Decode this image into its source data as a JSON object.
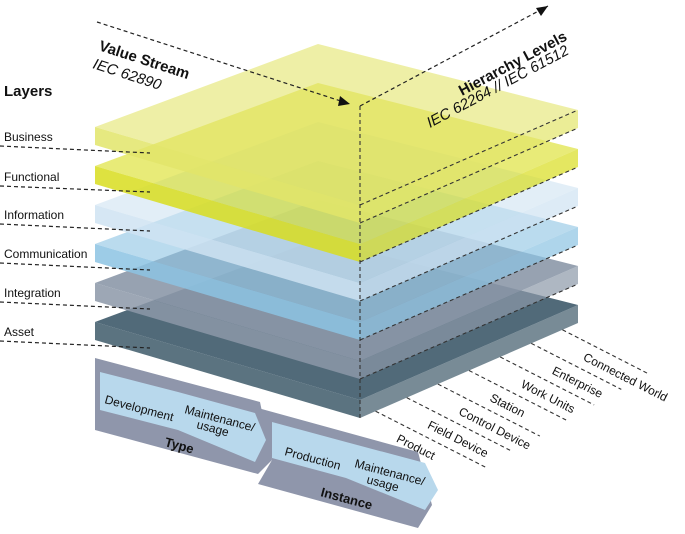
{
  "titles": {
    "layers": "Layers",
    "value_stream": "Value Stream",
    "value_stream_std": "IEC 62890",
    "hierarchy": "Hierarchy Levels",
    "hierarchy_std": "IEC 62264 // IEC 61512"
  },
  "layers": [
    {
      "label": "Business",
      "color": "#e2e56a"
    },
    {
      "label": "Functional",
      "color": "#d8dd1e"
    },
    {
      "label": "Information",
      "color": "#cfe3f2"
    },
    {
      "label": "Communication",
      "color": "#8cc3e3"
    },
    {
      "label": "Integration",
      "color": "#8c98a8"
    },
    {
      "label": "Asset",
      "color": "#3e5a6a"
    }
  ],
  "hierarchy_levels": [
    "Product",
    "Field Device",
    "Control Device",
    "Station",
    "Work Units",
    "Enterprise",
    "Connected World"
  ],
  "value_stream": {
    "type_label": "Type",
    "instance_label": "Instance",
    "type_phases": [
      "Development",
      "Maintenance/\nusage"
    ],
    "instance_phases": [
      "Production",
      "Maintenance/\nusage"
    ]
  }
}
